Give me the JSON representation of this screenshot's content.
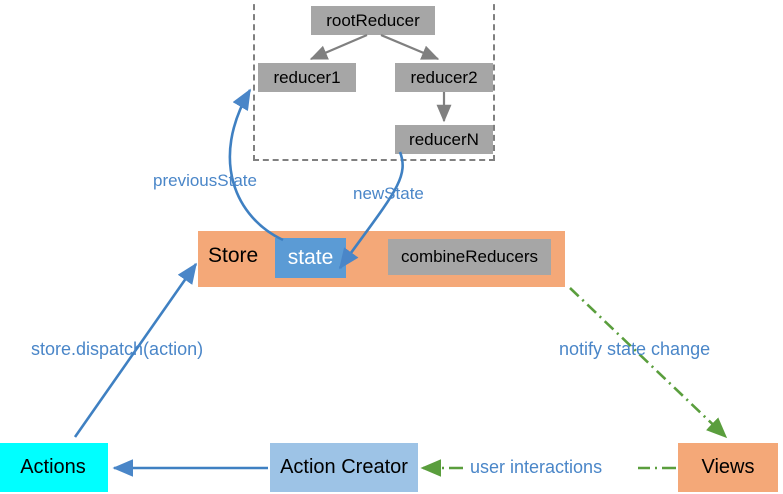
{
  "diagram": {
    "title": "Redux data flow diagram",
    "colors": {
      "reducer_gray": "#a6a6a6",
      "store_orange": "#f4a878",
      "state_blue": "#5b9bd5",
      "actions_cyan": "#00ffff",
      "creator_blue": "#9dc3e6",
      "arrow_blue": "#4a86c8",
      "arrow_green": "#5a9e3d",
      "label_blue": "#4a86c8",
      "dashed_border": "#808080",
      "reducer_arrow_gray": "#808080"
    }
  },
  "reducer_tree": {
    "root": {
      "label": "rootReducer"
    },
    "children": [
      {
        "label": "reducer1"
      },
      {
        "label": "reducer2"
      }
    ],
    "grandchild": {
      "label": "reducerN"
    }
  },
  "store": {
    "label": "Store",
    "state_label": "state",
    "combine_label": "combineReducers"
  },
  "edge_labels": {
    "previous_state": "previousState",
    "new_state": "newState",
    "dispatch": "store.dispatch(action)",
    "notify": "notify state change",
    "user_interactions": "user interactions"
  },
  "bottom_row": {
    "actions": "Actions",
    "action_creator": "Action Creator",
    "views": "Views"
  }
}
